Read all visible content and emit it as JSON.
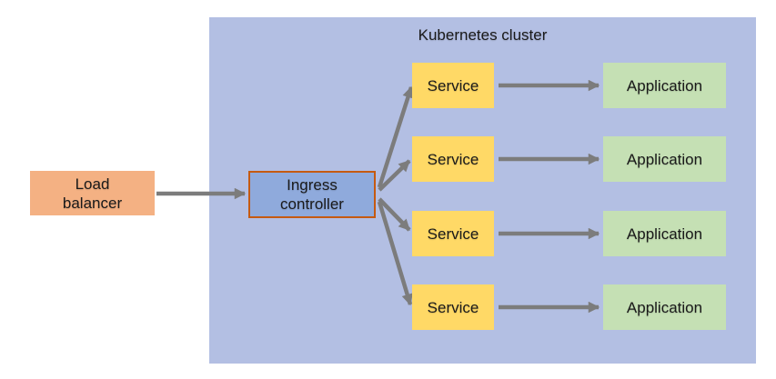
{
  "diagram": {
    "cluster_title": "Kubernetes cluster",
    "load_balancer": {
      "lines": [
        "Load",
        "balancer"
      ]
    },
    "ingress_controller": {
      "lines": [
        "Ingress",
        "controller"
      ]
    },
    "services": [
      "Service",
      "Service",
      "Service",
      "Service"
    ],
    "applications": [
      "Application",
      "Application",
      "Application",
      "Application"
    ],
    "edges": [
      {
        "from": "load-balancer",
        "to": "ingress-controller"
      },
      {
        "from": "ingress-controller",
        "to": "service-1"
      },
      {
        "from": "ingress-controller",
        "to": "service-2"
      },
      {
        "from": "ingress-controller",
        "to": "service-3"
      },
      {
        "from": "ingress-controller",
        "to": "service-4"
      },
      {
        "from": "service-1",
        "to": "application-1"
      },
      {
        "from": "service-2",
        "to": "application-2"
      },
      {
        "from": "service-3",
        "to": "application-3"
      },
      {
        "from": "service-4",
        "to": "application-4"
      }
    ]
  },
  "colors": {
    "cluster-bg": "#B3BFE3",
    "ingress-fill": "#8FAADC",
    "ingress-border": "#C55A11",
    "lb-fill": "#F4B183",
    "service-fill": "#FFD966",
    "app-fill": "#C5E0B4",
    "arrow": "#7C7C7C",
    "text": "#1A1A1A",
    "page-bg": "#FFFFFF"
  }
}
